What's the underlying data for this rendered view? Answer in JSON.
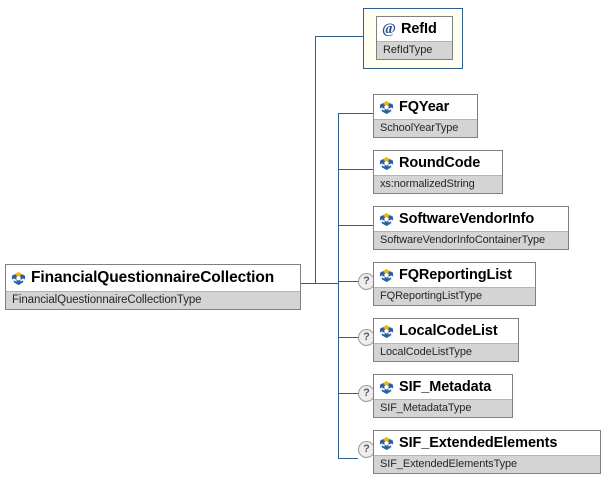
{
  "diagram": {
    "kind": "xml-schema-element-diagram",
    "background": "#ffffff",
    "line_color": "#2e5d8e",
    "node_border": "#808080",
    "type_row_bg": "#d4d4d4",
    "attribute_box_bg": "#fffff0",
    "attribute_box_border": "#2e5d8e",
    "optional_badge": "?"
  },
  "root": {
    "name": "FinancialQuestionnaireCollection",
    "type": "FinancialQuestionnaireCollectionType",
    "icon": "element-icon"
  },
  "attributes": [
    {
      "name": "RefId",
      "type": "RefIdType",
      "icon": "at-sign-icon",
      "marker": "@"
    }
  ],
  "children": [
    {
      "name": "FQYear",
      "type": "SchoolYearType",
      "icon": "element-icon",
      "optional": false
    },
    {
      "name": "RoundCode",
      "type": "xs:normalizedString",
      "icon": "element-icon",
      "optional": false
    },
    {
      "name": "SoftwareVendorInfo",
      "type": "SoftwareVendorInfoContainerType",
      "icon": "element-icon",
      "optional": false
    },
    {
      "name": "FQReportingList",
      "type": "FQReportingListType",
      "icon": "element-icon",
      "optional": true
    },
    {
      "name": "LocalCodeList",
      "type": "LocalCodeListType",
      "icon": "element-icon",
      "optional": true
    },
    {
      "name": "SIF_Metadata",
      "type": "SIF_MetadataType",
      "icon": "element-icon",
      "optional": true
    },
    {
      "name": "SIF_ExtendedElements",
      "type": "SIF_ExtendedElementsType",
      "icon": "element-icon",
      "optional": true
    }
  ]
}
